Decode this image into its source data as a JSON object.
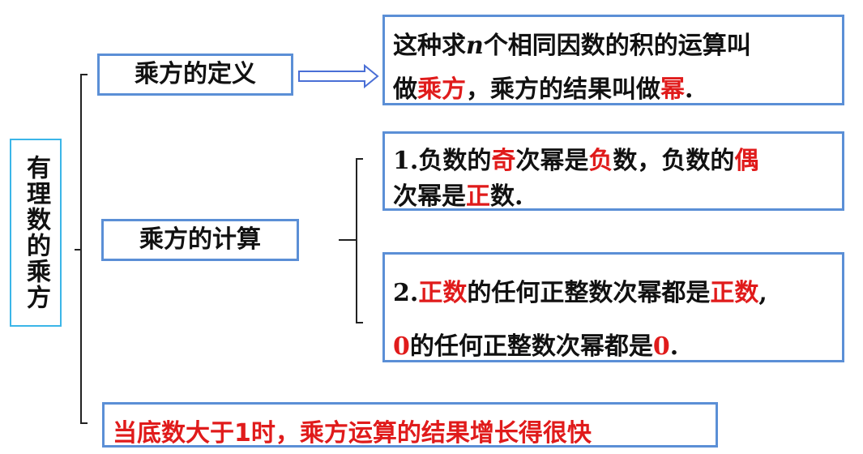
{
  "root": {
    "title": "有理数的乘方"
  },
  "definition": {
    "label": "乘方的定义",
    "text": {
      "line1_a": "这种求",
      "line1_var": "n",
      "line1_b": "个相同因数的积的运算叫",
      "line2_a": "做",
      "line2_red1": "乘方",
      "line2_b": "，乘方的结果叫做",
      "line2_red2": "幂",
      "line2_end": "."
    }
  },
  "calculation": {
    "label": "乘方的计算",
    "rule1": {
      "num": "1.",
      "a": "负数的",
      "red1": "奇",
      "b": "次幂是",
      "red2": "负",
      "c": "数，负数的",
      "red3": "偶",
      "d": "次幂是",
      "red4": "正",
      "e": "数",
      "end": "."
    },
    "rule2": {
      "num": "2.",
      "red1": "正数",
      "a": "的任何正整数次幂都是",
      "red2": "正数",
      "comma": ",",
      "zero1": "0",
      "b": "的任何正整数次幂都是",
      "zero2": "0",
      "end": "."
    }
  },
  "growth": {
    "text": "当底数大于1时，乘方运算的结果增长得很快"
  },
  "colors": {
    "border": "#5b8fd6",
    "root_border": "#3bb6e8",
    "accent_red": "#e01b1b",
    "line": "#222222"
  }
}
